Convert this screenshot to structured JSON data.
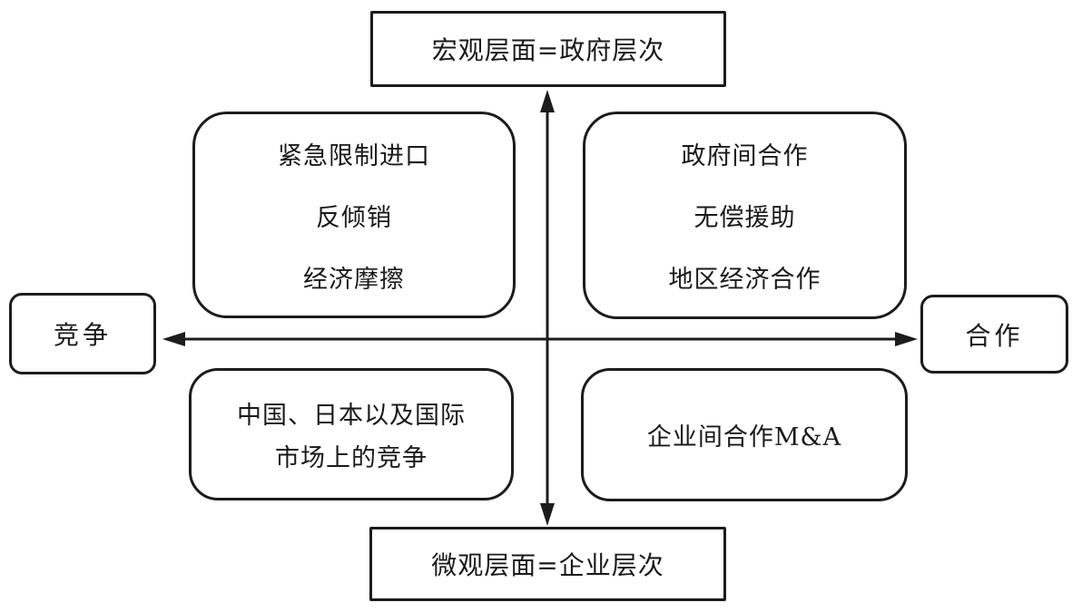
{
  "diagram": {
    "title_semantic": "macro-micro competition-cooperation quadrant diagram",
    "axes": {
      "top_box_label": "宏观层面=政府层次",
      "bottom_box_label": "微观层面=企业层次",
      "left_box_label": "竞争",
      "right_box_label": "合作"
    },
    "quadrants": {
      "top_left": {
        "lines": [
          "紧急限制进口",
          "反倾销",
          "经济摩擦"
        ]
      },
      "top_right": {
        "lines": [
          "政府间合作",
          "无偿援助",
          "地区经济合作"
        ]
      },
      "bottom_left": {
        "lines": [
          "中国、日本以及国际",
          "市场上的竞争"
        ]
      },
      "bottom_right": {
        "lines": [
          "企业间合作M&A"
        ]
      }
    },
    "colors": {
      "line": "#1c1c1c",
      "background": "#ffffff",
      "text": "#1a1a1a"
    }
  }
}
